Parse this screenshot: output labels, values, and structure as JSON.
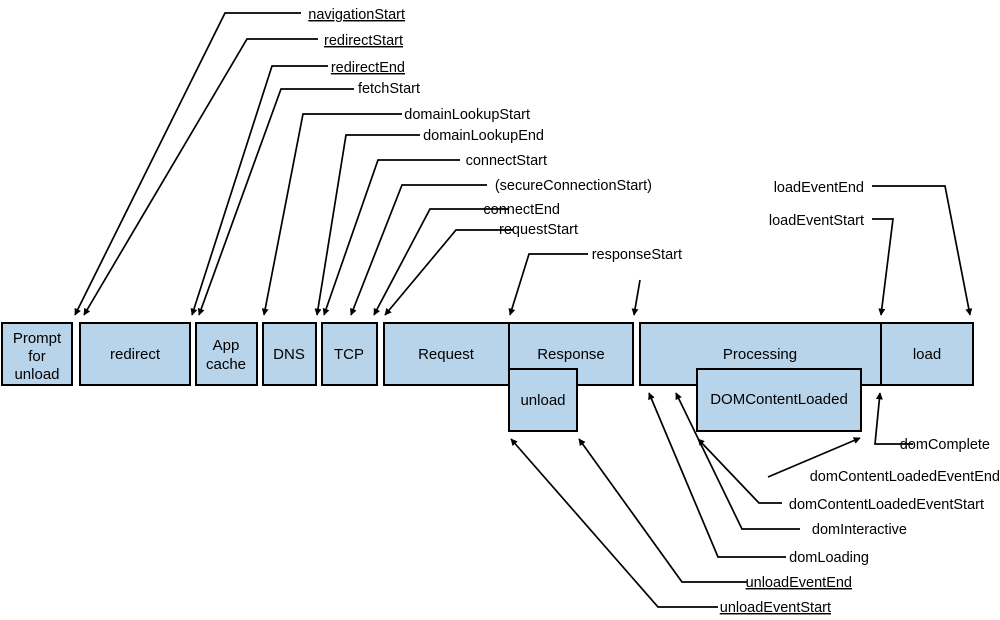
{
  "phases": {
    "prompt_for_unload": [
      "Prompt",
      "for",
      "unload"
    ],
    "redirect": "redirect",
    "app_cache": [
      "App",
      "cache"
    ],
    "dns": "DNS",
    "tcp": "TCP",
    "request": "Request",
    "response": "Response",
    "processing": "Processing",
    "load": "load",
    "unload": "unload",
    "dom_content_loaded": "DOMContentLoaded"
  },
  "events": {
    "navigationStart": "navigationStart",
    "redirectStart": "redirectStart",
    "redirectEnd": "redirectEnd",
    "fetchStart": "fetchStart",
    "domainLookupStart": "domainLookupStart",
    "domainLookupEnd": "domainLookupEnd",
    "connectStart": "connectStart",
    "secureConnectionStart": "(secureConnectionStart)",
    "connectEnd": "connectEnd",
    "requestStart": "requestStart",
    "responseStart": "responseStart",
    "loadEventEnd": "loadEventEnd",
    "loadEventStart": "loadEventStart",
    "domComplete": "domComplete",
    "domContentLoadedEventEnd": "domContentLoadedEventEnd",
    "domContentLoadedEventStart": "domContentLoadedEventStart",
    "domInteractive": "domInteractive",
    "domLoading": "domLoading",
    "unloadEventEnd": "unloadEventEnd",
    "unloadEventStart": "unloadEventStart"
  },
  "colors": {
    "box_fill": "#b8d4ea",
    "stroke": "#000000"
  }
}
